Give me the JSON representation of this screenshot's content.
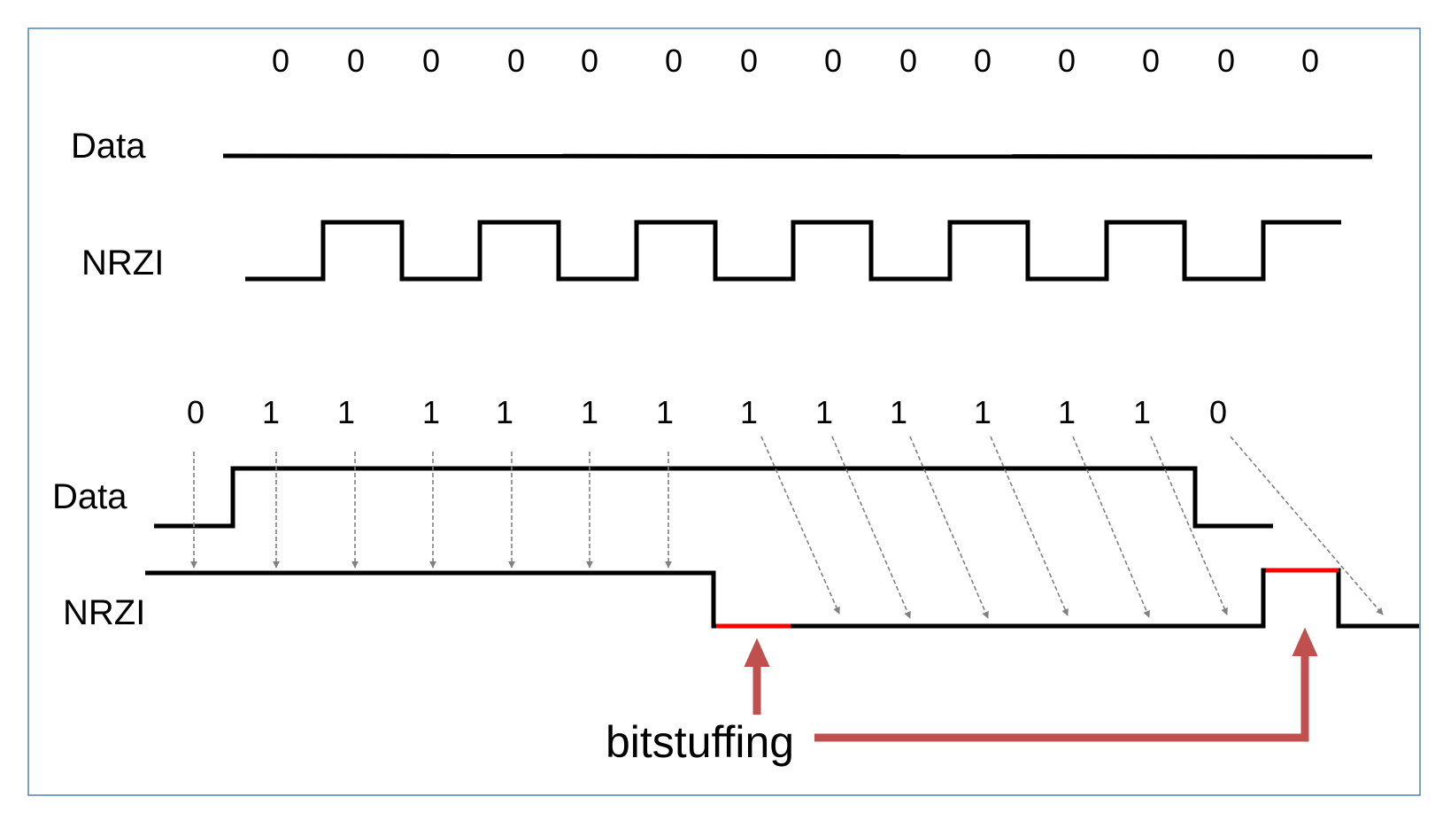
{
  "top": {
    "bits": [
      "0",
      "0",
      "0",
      "0",
      "0",
      "0",
      "0",
      "0",
      "0",
      "0",
      "0",
      "0",
      "0",
      "0"
    ],
    "data_label": "Data",
    "nrzi_label": "NRZI"
  },
  "bottom": {
    "bits": [
      "0",
      "1",
      "1",
      "1",
      "1",
      "1",
      "1",
      "1",
      "1",
      "1",
      "1",
      "1",
      "1",
      "0"
    ],
    "data_label": "Data",
    "nrzi_label": "NRZI"
  },
  "callout": {
    "label": "bitstuffing"
  },
  "colors": {
    "frame": "#4f81bd",
    "signal": "#000000",
    "stuffed_bit": "#ff0000",
    "arrow": "#808080",
    "callout_arrow": "#c0504d"
  }
}
